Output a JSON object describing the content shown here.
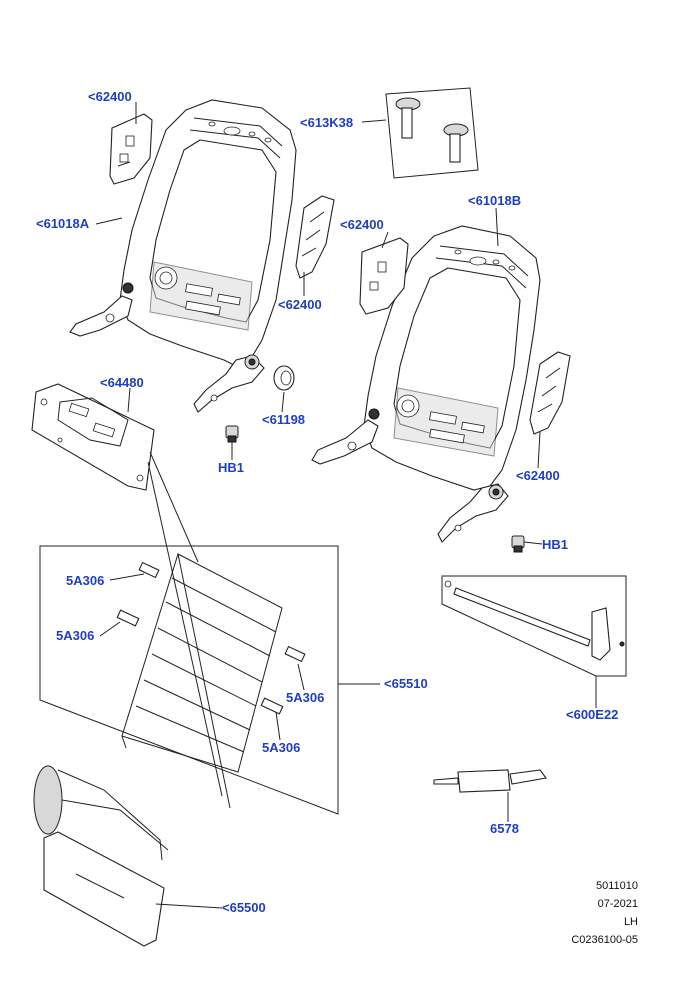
{
  "callouts": {
    "c62400_a": "<62400",
    "c613k38": "<613K38",
    "c61018a": "<61018A",
    "c62400_b": "<62400",
    "c61018b": "<61018B",
    "c62400_c": "<62400",
    "c64480": "<64480",
    "c61198": "<61198",
    "c_hb1_a": "HB1",
    "c62400_d": "<62400",
    "c_hb1_b": "HB1",
    "c5a306_a": "5A306",
    "c5a306_b": "5A306",
    "c65510": "<65510",
    "c5a306_c": "5A306",
    "c5a306_d": "5A306",
    "c600e22": "<600E22",
    "c6578": "6578",
    "c65500": "<65500"
  },
  "meta": {
    "ref_number": "5011010",
    "date": "07-2021",
    "side": "LH",
    "code": "C0236100-05"
  },
  "colors": {
    "callout": "#1f3fbf",
    "line": "#222222"
  }
}
